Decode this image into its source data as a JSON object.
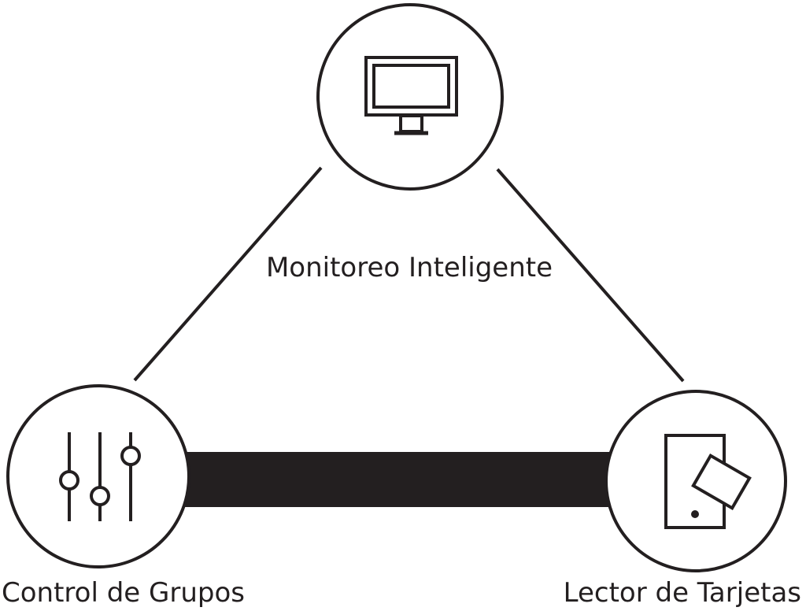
{
  "nodes": {
    "monitor": {
      "label": "Monitoreo Inteligente",
      "icon": "monitor-icon"
    },
    "control": {
      "label": "Control de Grupos",
      "icon": "sliders-icon"
    },
    "reader": {
      "label": "Lector de Tarjetas",
      "icon": "card-reader-icon"
    }
  },
  "colors": {
    "stroke": "#231f20",
    "background": "#ffffff"
  }
}
